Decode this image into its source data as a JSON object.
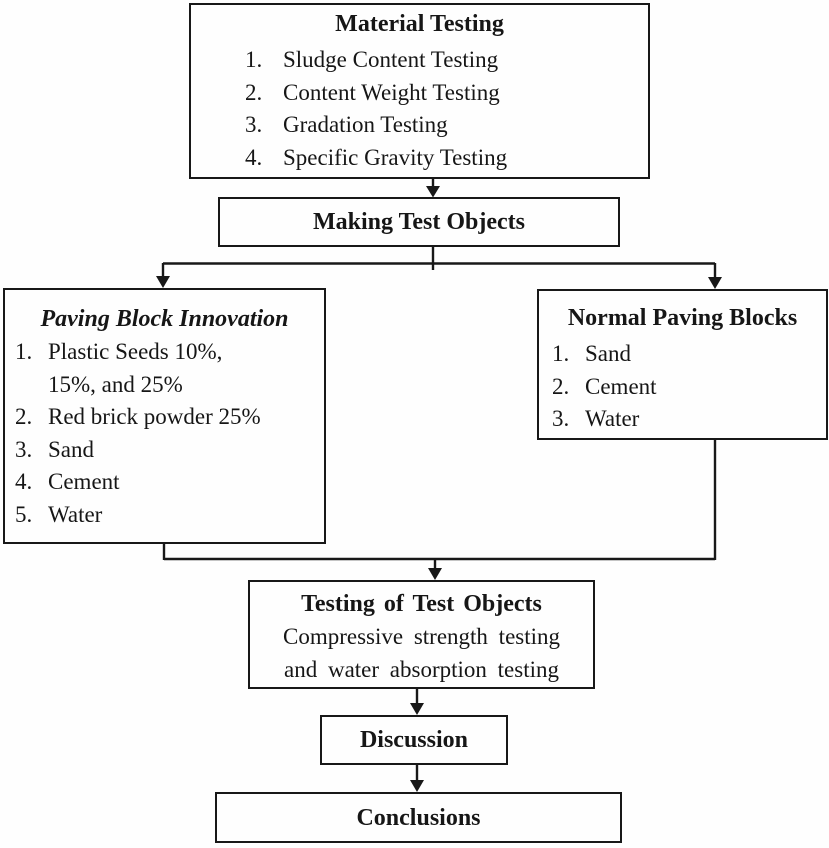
{
  "nodes": {
    "material_testing": {
      "title": "Material Testing",
      "items": [
        {
          "num": "1.",
          "text": "Sludge Content Testing"
        },
        {
          "num": "2.",
          "text": "Content Weight Testing"
        },
        {
          "num": "3.",
          "text": "Gradation Testing"
        },
        {
          "num": "4.",
          "text": "Specific Gravity Testing"
        }
      ]
    },
    "making_test_objects": {
      "title": "Making Test Objects"
    },
    "paving_block_innovation": {
      "title": "Paving Block Innovation",
      "items": [
        {
          "num": "1.",
          "text": "Plastic Seeds 10%,\n15%, and 25%"
        },
        {
          "num": "2.",
          "text": "Red brick powder 25%"
        },
        {
          "num": "3.",
          "text": "Sand"
        },
        {
          "num": "4.",
          "text": "Cement"
        },
        {
          "num": "5.",
          "text": "Water"
        }
      ]
    },
    "normal_paving_blocks": {
      "title": "Normal Paving Blocks",
      "items": [
        {
          "num": "1.",
          "text": "Sand"
        },
        {
          "num": "2.",
          "text": "Cement"
        },
        {
          "num": "3.",
          "text": "Water"
        }
      ]
    },
    "testing_of_test_objects": {
      "title": "Testing of Test Objects",
      "body": "Compressive strength testing\nand water absorption testing"
    },
    "discussion": {
      "title": "Discussion"
    },
    "conclusions": {
      "title": "Conclusions"
    }
  },
  "colors": {
    "ink": "#181818",
    "background": "#fefefe"
  }
}
